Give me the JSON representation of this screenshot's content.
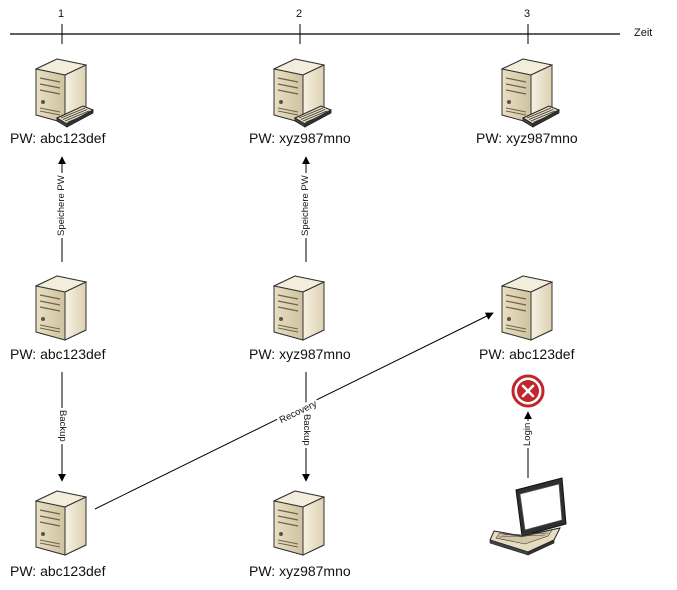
{
  "timeline": {
    "label": "Zeit",
    "ticks": [
      "1",
      "2",
      "3"
    ]
  },
  "nodes": {
    "col1_row1": {
      "icon": "server-with-keyboard-icon",
      "label": "PW: abc123def"
    },
    "col2_row1": {
      "icon": "server-with-keyboard-icon",
      "label": "PW: xyz987mno"
    },
    "col3_row1": {
      "icon": "server-with-keyboard-icon",
      "label": "PW: xyz987mno"
    },
    "col1_row2": {
      "icon": "server-icon",
      "label": "PW: abc123def"
    },
    "col2_row2": {
      "icon": "server-icon",
      "label": "PW: xyz987mno"
    },
    "col3_row2": {
      "icon": "server-icon",
      "label": "PW: abc123def"
    },
    "col1_row3": {
      "icon": "server-icon",
      "label": "PW: abc123def"
    },
    "col2_row3": {
      "icon": "server-icon",
      "label": "PW: xyz987mno"
    },
    "col3_row3": {
      "icon": "laptop-icon",
      "label": ""
    }
  },
  "edges": {
    "store1": "Speichere PW",
    "store2": "Speichere PW",
    "backup1": "Backup",
    "backup2": "Backup",
    "recovery": "Recovery",
    "login": "Login"
  },
  "status": {
    "icon": "error-x-icon",
    "color": "#c0272d"
  }
}
